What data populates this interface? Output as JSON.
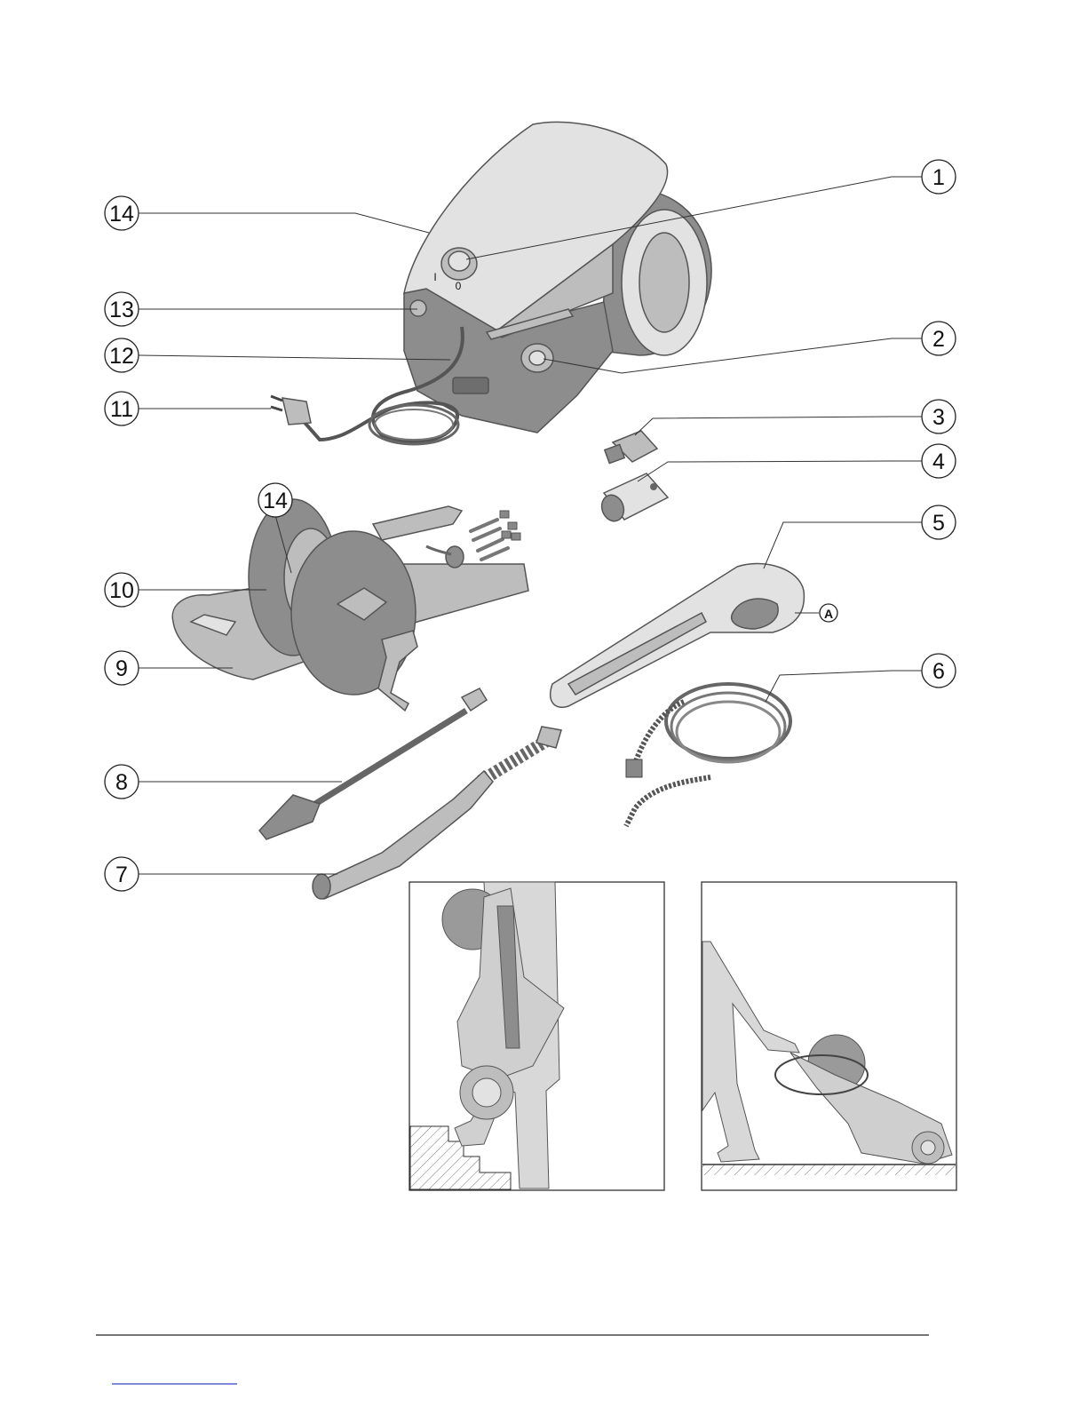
{
  "callouts": {
    "c1": "1",
    "c2": "2",
    "c3": "3",
    "c4": "4",
    "c5": "5",
    "c6": "6",
    "c7": "7",
    "c8": "8",
    "c9": "9",
    "c10": "10",
    "c11": "11",
    "c12": "12",
    "c13": "13",
    "c14_top": "14",
    "c14_reel": "14",
    "cA": "A"
  },
  "switch_marks": {
    "on": "I",
    "off": "0"
  }
}
